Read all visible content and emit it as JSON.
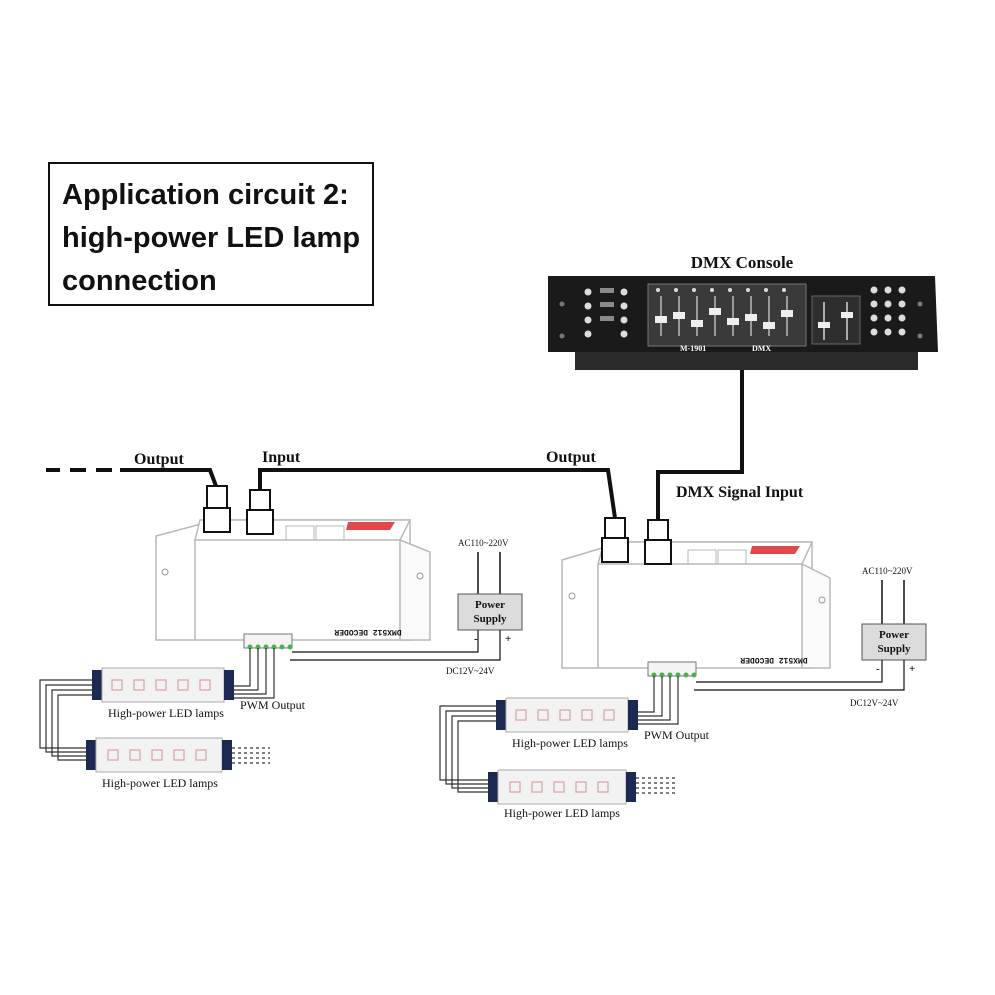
{
  "title": {
    "lines": [
      "Application circuit 2:",
      "high-power LED lamp",
      "connection"
    ]
  },
  "console": {
    "title": "DMX Console",
    "model_text": "M-1901",
    "dmx_text": "DMX"
  },
  "labels": {
    "output_left": "Output",
    "input_left": "Input",
    "output_right": "Output",
    "dmx_signal_input": "DMX Signal Input",
    "decoder_name": "DMX512 DECODER",
    "pwm_output": "PWM Output",
    "power_supply_line1": "Power",
    "power_supply_line2": "Supply",
    "ac_input": "AC110~220V",
    "dc_output": "DC12V~24V",
    "minus": "-",
    "plus": "+",
    "led_lamps": "High-power LED lamps"
  },
  "colors": {
    "line": "#111111",
    "outline": "#b9b9b9",
    "console_body": "#1a1a1a",
    "decoder_tag": "#e04a4a",
    "lamp_body": "#f2f2f2",
    "lamp_cap": "#1c2a52",
    "terminal_green": "#4caf50"
  }
}
